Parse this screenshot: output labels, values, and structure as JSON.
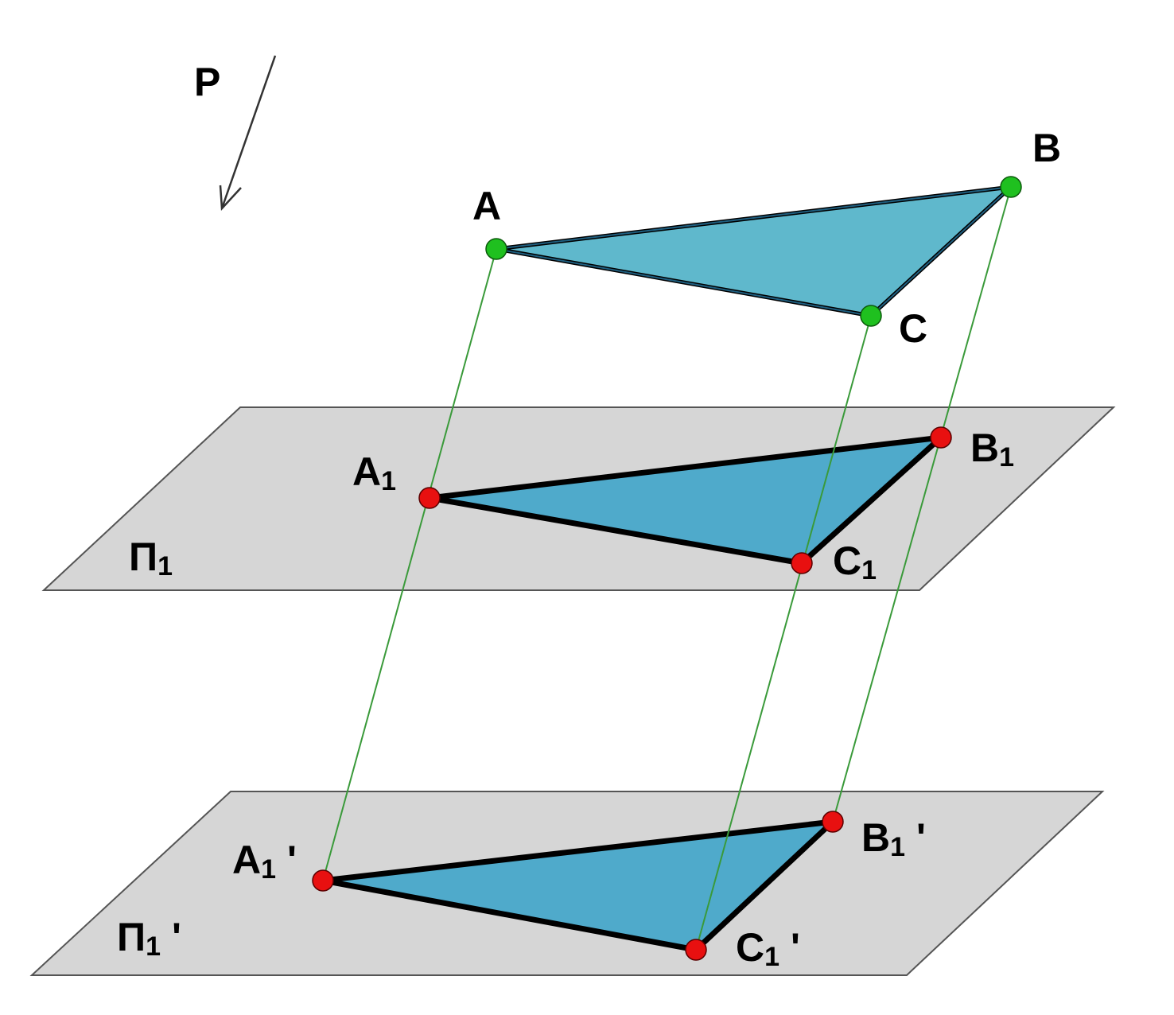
{
  "diagram": {
    "direction_label": "P",
    "plane_upper_label": "Π",
    "plane_upper_sub": "1",
    "plane_lower_label": "Π",
    "plane_lower_sub": "1",
    "plane_lower_prime": "'",
    "points": {
      "A": "A",
      "B": "B",
      "C": "C",
      "A1": {
        "base": "A",
        "sub": "1",
        "prime": ""
      },
      "B1": {
        "base": "B",
        "sub": "1",
        "prime": ""
      },
      "C1": {
        "base": "C",
        "sub": "1",
        "prime": ""
      },
      "A1p": {
        "base": "A",
        "sub": "1",
        "prime": "'"
      },
      "B1p": {
        "base": "B",
        "sub": "1",
        "prime": "'"
      },
      "C1p": {
        "base": "C",
        "sub": "1",
        "prime": "'"
      }
    },
    "colors": {
      "plane_fill": "#d6d6d6",
      "triangle_fill_original": "#5fb8cc",
      "triangle_fill_projection": "#4faacb",
      "projector_line": "#3a9a3a",
      "original_point": "#1fc01f",
      "projected_point": "#e81010",
      "edge": "#000000"
    }
  }
}
